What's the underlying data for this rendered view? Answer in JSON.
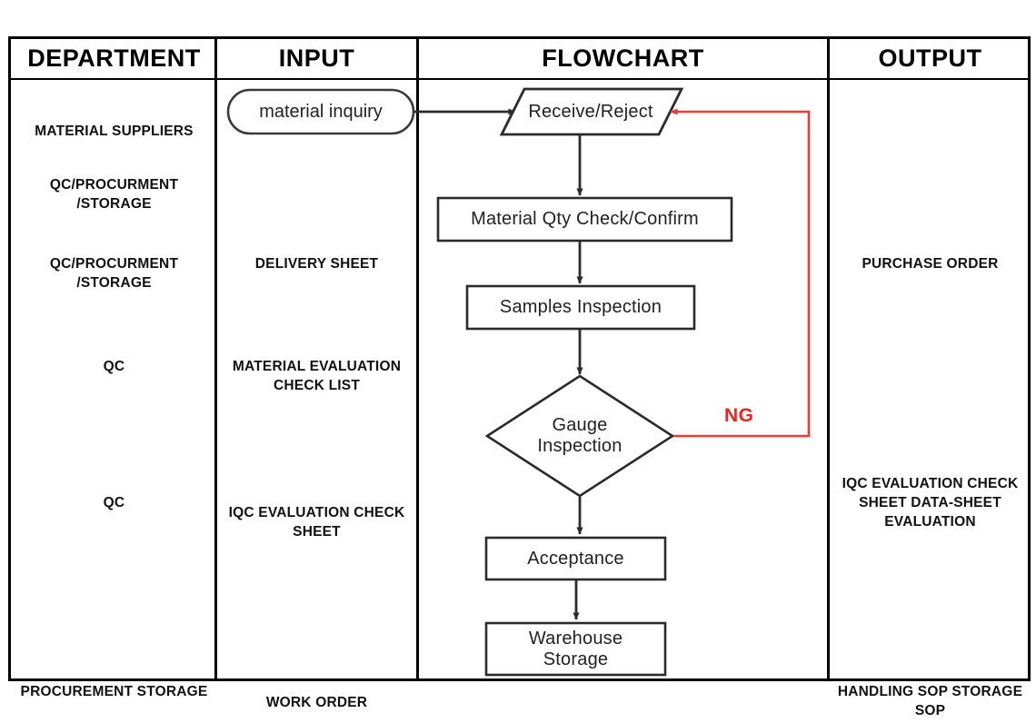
{
  "colors": {
    "line": "#2b2b2b",
    "reject_path": "#ef3b36",
    "ng_text": "#e8251f",
    "border": "#000000",
    "background": "#ffffff"
  },
  "table": {
    "headers": [
      {
        "id": "department",
        "label": "DEPARTMENT"
      },
      {
        "id": "input",
        "label": "INPUT"
      },
      {
        "id": "flowchart",
        "label": "FLOWCHART"
      },
      {
        "id": "output",
        "label": "OUTPUT"
      }
    ]
  },
  "department_column": [
    {
      "label": "MATERIAL SUPPLIERS"
    },
    {
      "label": "QC/PROCURMENT\n/STORAGE"
    },
    {
      "label": "QC/PROCURMENT\n/STORAGE"
    },
    {
      "label": "QC"
    },
    {
      "label": "QC"
    },
    {
      "label": "PROCUREMENT\nSTORAGE"
    }
  ],
  "input_column": [
    {
      "label": "DELIVERY SHEET"
    },
    {
      "label": "MATERIAL\nEVALUATION\nCHECK LIST"
    },
    {
      "label": "IQC EVALUATION\nCHECK SHEET"
    },
    {
      "label": "WORK ORDER"
    }
  ],
  "output_column": [
    {
      "label": "PURCHASE ORDER"
    },
    {
      "label": "IQC EVALUATION\nCHECK SHEET\nDATA-SHEET\nEVALUATION"
    },
    {
      "label": "HANDLING SOP\nSTORAGE SOP"
    }
  ],
  "chart_data": {
    "type": "diagram",
    "title": "FLOWCHART",
    "nodes": [
      {
        "id": "material-inquiry",
        "label": "material inquiry",
        "shape": "stadium",
        "column": "INPUT"
      },
      {
        "id": "receive-reject",
        "label": "Receive/Reject",
        "shape": "parallelogram",
        "column": "FLOWCHART"
      },
      {
        "id": "material-qty-check",
        "label": "Material Qty Check/Confirm",
        "shape": "rectangle",
        "column": "FLOWCHART"
      },
      {
        "id": "samples-inspection",
        "label": "Samples Inspection",
        "shape": "rectangle",
        "column": "FLOWCHART"
      },
      {
        "id": "gauge-inspection",
        "label": "Gauge\nInspection",
        "shape": "diamond",
        "column": "FLOWCHART"
      },
      {
        "id": "acceptance",
        "label": "Acceptance",
        "shape": "rectangle",
        "column": "FLOWCHART"
      },
      {
        "id": "warehouse-storage",
        "label": "Warehouse\nStorage",
        "shape": "rectangle",
        "column": "FLOWCHART"
      }
    ],
    "edges": [
      {
        "from": "material-inquiry",
        "to": "receive-reject",
        "label": "",
        "color": "#2b2b2b"
      },
      {
        "from": "receive-reject",
        "to": "material-qty-check",
        "label": "",
        "color": "#2b2b2b"
      },
      {
        "from": "material-qty-check",
        "to": "samples-inspection",
        "label": "",
        "color": "#2b2b2b"
      },
      {
        "from": "samples-inspection",
        "to": "gauge-inspection",
        "label": "",
        "color": "#2b2b2b"
      },
      {
        "from": "gauge-inspection",
        "to": "acceptance",
        "label": "",
        "color": "#2b2b2b"
      },
      {
        "from": "acceptance",
        "to": "warehouse-storage",
        "label": "",
        "color": "#2b2b2b"
      },
      {
        "from": "gauge-inspection",
        "to": "receive-reject",
        "label": "NG",
        "color": "#ef3b36"
      }
    ]
  },
  "flow_labels": {
    "material_inquiry": "material inquiry",
    "receive_reject": "Receive/Reject",
    "material_qty_check": "Material Qty Check/Confirm",
    "samples_inspection": "Samples Inspection",
    "gauge_inspection": "Gauge\nInspection",
    "acceptance": "Acceptance",
    "warehouse_storage": "Warehouse\nStorage",
    "ng": "NG"
  }
}
